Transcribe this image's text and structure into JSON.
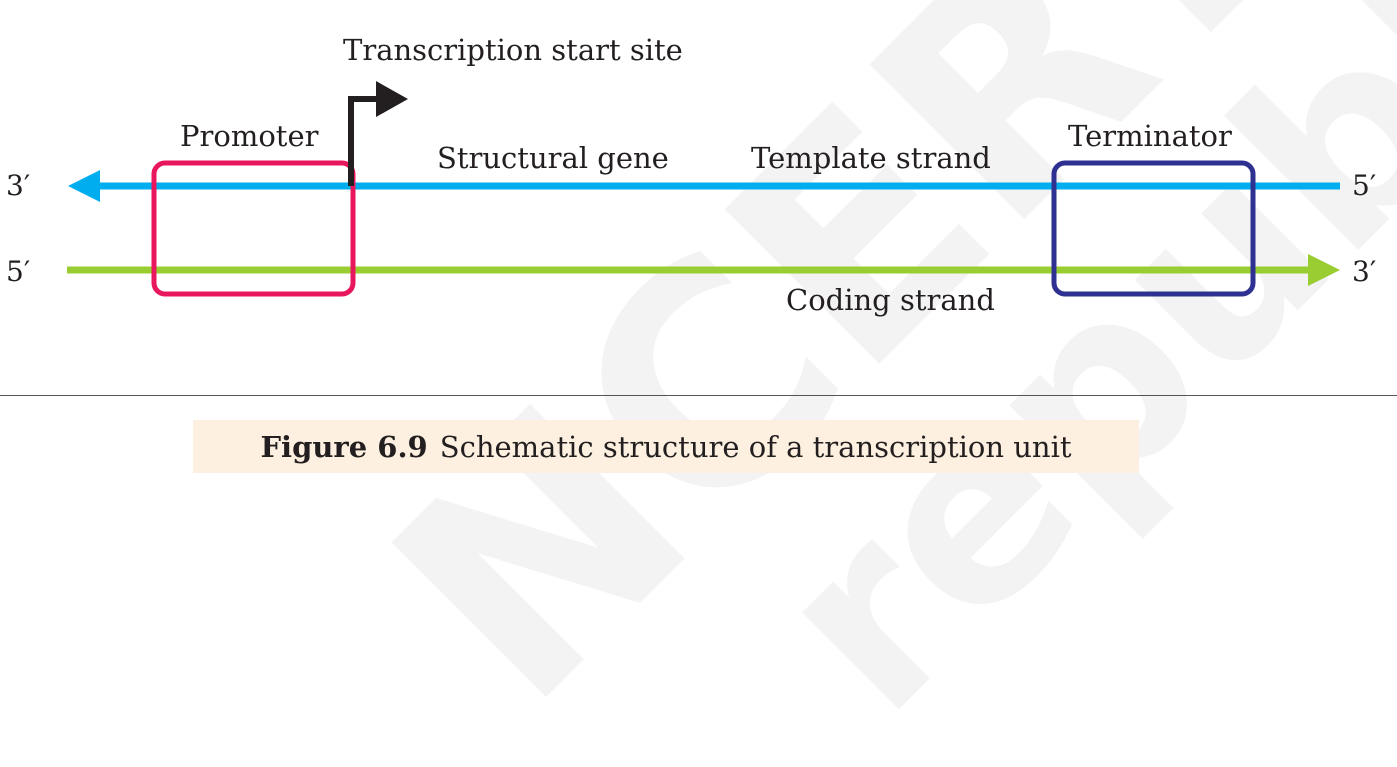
{
  "labels": {
    "transcription_start_site": "Transcription start site",
    "promoter": "Promoter",
    "structural_gene": "Structural gene",
    "template_strand": "Template strand",
    "terminator": "Terminator",
    "coding_strand": "Coding strand"
  },
  "strand_ends": {
    "template_left": "3′",
    "template_right": "5′",
    "coding_left": "5′",
    "coding_right": "3′"
  },
  "caption": {
    "number": "Figure 6.9",
    "text": "Schematic structure of a transcription unit"
  },
  "colors": {
    "template_strand": "#00aeef",
    "coding_strand": "#9acd32",
    "promoter_box": "#e8175d",
    "terminator_box": "#2e3192",
    "start_arrow": "#231f20",
    "caption_bg": "#fdf0e0"
  },
  "icons": {
    "start_site": "bent-arrow-icon",
    "template_direction": "arrowhead-left-icon",
    "coding_direction": "arrowhead-right-icon"
  }
}
